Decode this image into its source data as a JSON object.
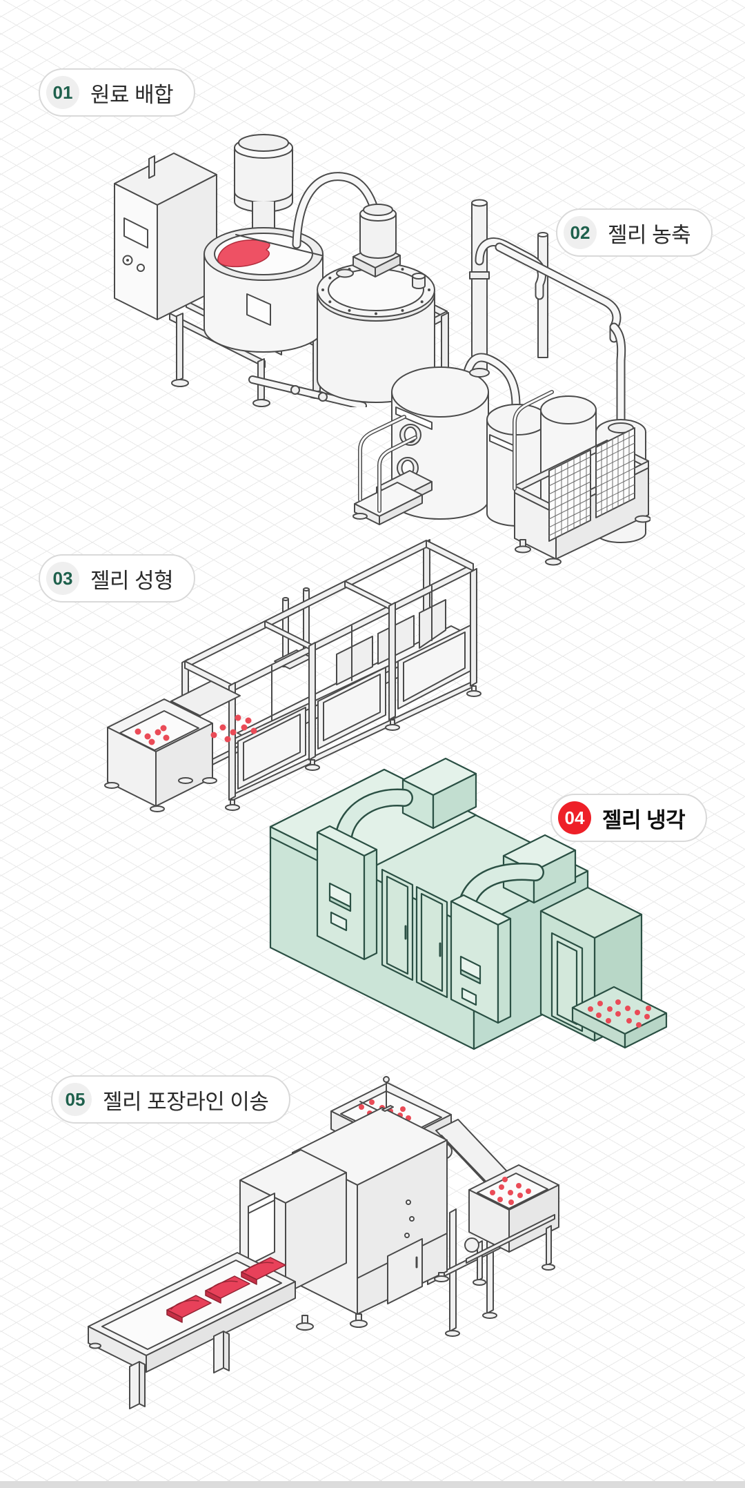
{
  "page": {
    "type": "process-infographic",
    "bottom_strip": true
  },
  "colors": {
    "background": "#ffffff",
    "grid_line": "#e9e9e9",
    "pill_border": "#d9d9d9",
    "step_number_green": "#1e604c",
    "step_number_bg": "#efefef",
    "active_badge_red": "#ee2028",
    "active_badge_text": "#ffffff",
    "label_text": "#2a2a2a",
    "machine_outline": "#4a4a4a",
    "machine_fill": "#f4f4f4",
    "highlight_machine_fill": "#cde6d9",
    "highlight_machine_outline": "#2b5044",
    "jelly_red": "#ea4b57"
  },
  "steps": [
    {
      "number": "01",
      "label": "원료 배합",
      "active": false,
      "illustration": "mixing-tanks-machine"
    },
    {
      "number": "02",
      "label": "젤리 농축",
      "active": false,
      "illustration": "concentration-columns-machine"
    },
    {
      "number": "03",
      "label": "젤리 성형",
      "active": false,
      "illustration": "jelly-forming-line-machine"
    },
    {
      "number": "04",
      "label": "젤리 냉각",
      "active": true,
      "illustration": "jelly-cooling-tunnel-machine"
    },
    {
      "number": "05",
      "label": "젤리 포장라인 이송",
      "active": false,
      "illustration": "packaging-transfer-line-machine"
    }
  ]
}
